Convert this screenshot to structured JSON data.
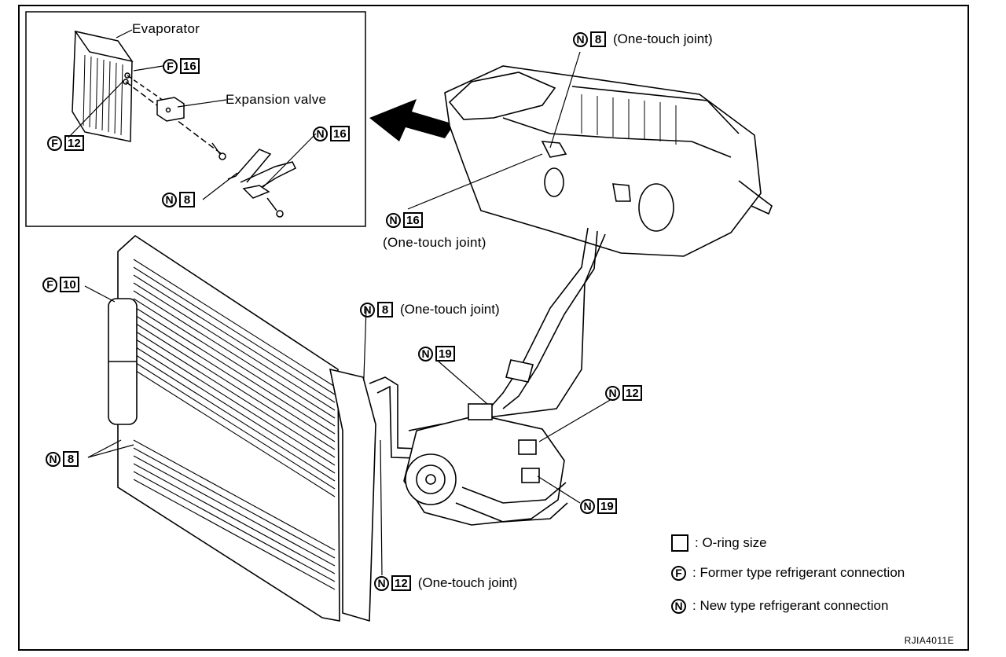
{
  "inset": {
    "evaporator": "Evaporator",
    "expansion_valve": "Expansion valve",
    "callouts": [
      {
        "type": "F",
        "size": "16"
      },
      {
        "type": "F",
        "size": "12"
      },
      {
        "type": "N",
        "size": "16"
      },
      {
        "type": "N",
        "size": "8"
      }
    ]
  },
  "main": {
    "heater_n8": {
      "type": "N",
      "size": "8",
      "note": "(One-touch joint)"
    },
    "heater_n16": {
      "type": "N",
      "size": "16",
      "note": "(One-touch joint)"
    },
    "condenser_f10": {
      "type": "F",
      "size": "10"
    },
    "condenser_n8": {
      "type": "N",
      "size": "8"
    },
    "pipe_n8": {
      "type": "N",
      "size": "8",
      "note": "(One-touch joint)"
    },
    "comp_n19_top": {
      "type": "N",
      "size": "19"
    },
    "comp_n12": {
      "type": "N",
      "size": "12"
    },
    "comp_n19_bottom": {
      "type": "N",
      "size": "19"
    },
    "bottom_n12": {
      "type": "N",
      "size": "12",
      "note": "(One-touch joint)"
    }
  },
  "legend": {
    "oring": ": O-ring size",
    "former_symbol": "F",
    "former": ": Former type refrigerant connection",
    "new_symbol": "N",
    "new": ": New type refrigerant connection"
  },
  "figure_code": "RJIA4011E"
}
